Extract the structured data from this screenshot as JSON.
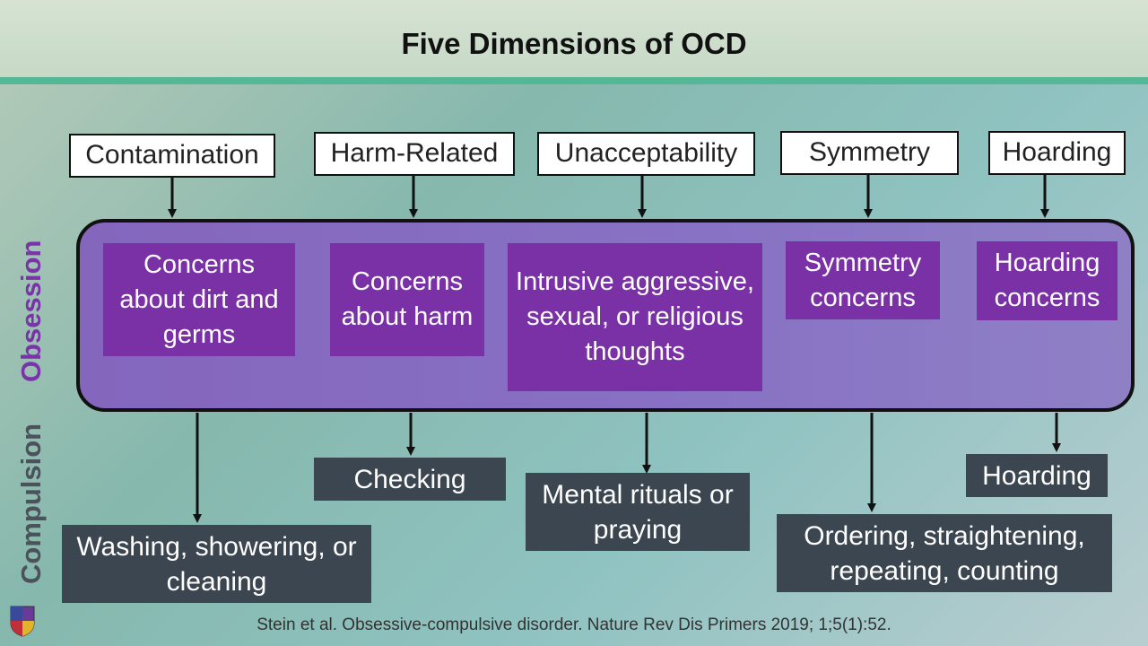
{
  "title": "Five Dimensions of OCD",
  "side_labels": {
    "obsession": "Obsession",
    "compulsion": "Compulsion"
  },
  "dimensions": [
    {
      "label": "Contamination"
    },
    {
      "label": "Harm-Related"
    },
    {
      "label": "Unacceptability"
    },
    {
      "label": "Symmetry"
    },
    {
      "label": "Hoarding"
    }
  ],
  "obsessions": [
    {
      "text": "Concerns about dirt and germs"
    },
    {
      "text": "Concerns about harm"
    },
    {
      "text": "Intrusive aggressive, sexual, or religious thoughts"
    },
    {
      "text": "Symmetry concerns"
    },
    {
      "text": "Hoarding concerns"
    }
  ],
  "compulsions": [
    {
      "text": "Washing, showering, or cleaning"
    },
    {
      "text": "Checking"
    },
    {
      "text": "Mental rituals or praying"
    },
    {
      "text": "Ordering, straightening, repeating, counting"
    },
    {
      "text": "Hoarding"
    }
  ],
  "citation": "Stein et al. Obsessive-compulsive disorder. Nature Rev Dis Primers 2019; 1;5(1):52.",
  "colors": {
    "obsession_box": "#7a31a6",
    "obsession_region": "#8466bd",
    "compulsion_box": "#3c4650",
    "title_rule": "#54b795"
  },
  "icons": {
    "logo": "shield-logo-icon"
  }
}
